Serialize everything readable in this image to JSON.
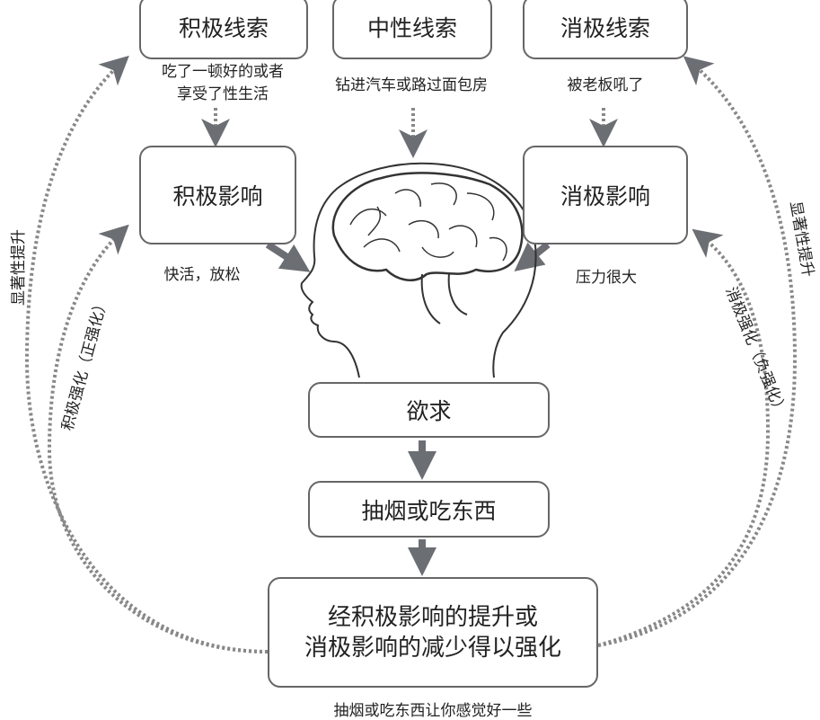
{
  "cues": [
    {
      "label": "积极线索",
      "example_lines": [
        "吃了一顿好的或者",
        "享受了性生活"
      ]
    },
    {
      "label": "中性线索",
      "example_lines": [
        "钻进汽车或路过面包房"
      ]
    },
    {
      "label": "消极线索",
      "example_lines": [
        "被老板吼了"
      ]
    }
  ],
  "effects": [
    {
      "label": "积极影响",
      "caption": "快活，放松"
    },
    {
      "label": "消极影响",
      "caption": "压力很大"
    }
  ],
  "flow": {
    "craving": "欲求",
    "behavior": "抽烟或吃东西",
    "reinforcement_lines": [
      "经积极影响的提升或",
      "消极影响的减少得以强化"
    ],
    "reinforcement_caption": "抽烟或吃东西让你感觉好一些"
  },
  "loops": {
    "left_outer": "显著性提升",
    "left_inner": "积极强化（正强化）",
    "right_outer": "显著性提升",
    "right_inner": "消极强化（负强化）"
  },
  "colors": {
    "arrow": "#6b6e73",
    "border": "#666666"
  }
}
